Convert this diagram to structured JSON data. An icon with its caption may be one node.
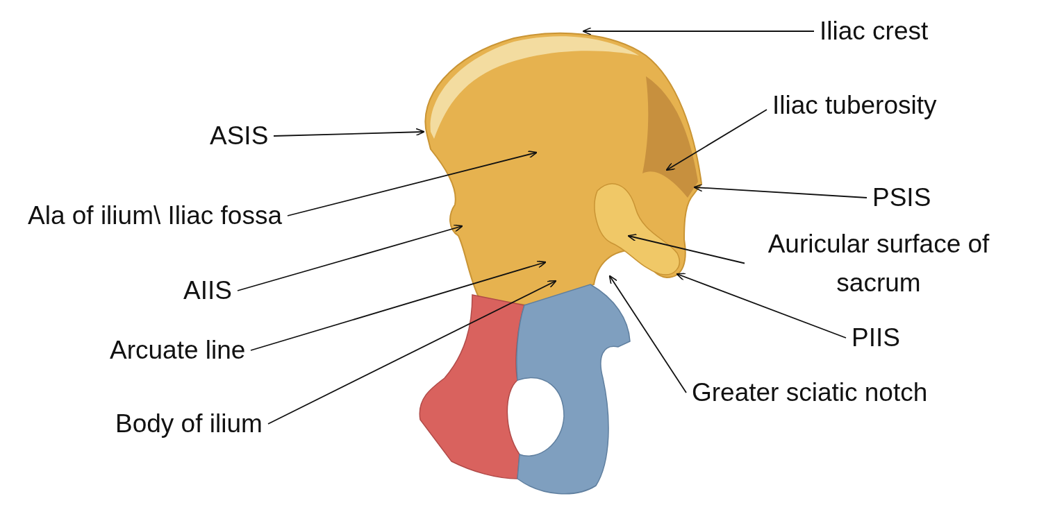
{
  "diagram": {
    "nodes": [
      {
        "text": [
          "Iliac crest"
        ]
      },
      {
        "text": [
          "ASIS"
        ]
      },
      {
        "text": [
          "Iliac tuberosity"
        ]
      },
      {
        "text": [
          "Ala of ilium\\ Iliac fossa"
        ]
      },
      {
        "text": [
          "PSIS"
        ]
      },
      {
        "text": [
          "Auricular surface of sacrum"
        ]
      },
      {
        "text": [
          "AIIS"
        ]
      },
      {
        "text": [
          "PIIS"
        ]
      },
      {
        "text": [
          "Arcuate line"
        ]
      },
      {
        "text": [
          "Greater sciatic notch"
        ]
      },
      {
        "text": [
          "Body of ilium"
        ]
      }
    ],
    "edges": [
      {
        "from": 0,
        "to": null,
        "arrow": "to"
      },
      {
        "from": 1,
        "to": null,
        "arrow": "to"
      },
      {
        "from": 2,
        "to": null,
        "arrow": "to"
      },
      {
        "from": 3,
        "to": null,
        "arrow": "to"
      },
      {
        "from": 4,
        "to": null,
        "arrow": "to"
      },
      {
        "from": 5,
        "to": null,
        "arrow": "to"
      },
      {
        "from": 6,
        "to": null,
        "arrow": "to"
      },
      {
        "from": 7,
        "to": null,
        "arrow": "to"
      },
      {
        "from": 8,
        "to": null,
        "arrow": "to"
      },
      {
        "from": 9,
        "to": null,
        "arrow": "to"
      },
      {
        "from": 10,
        "to": null,
        "arrow": "to"
      }
    ]
  }
}
